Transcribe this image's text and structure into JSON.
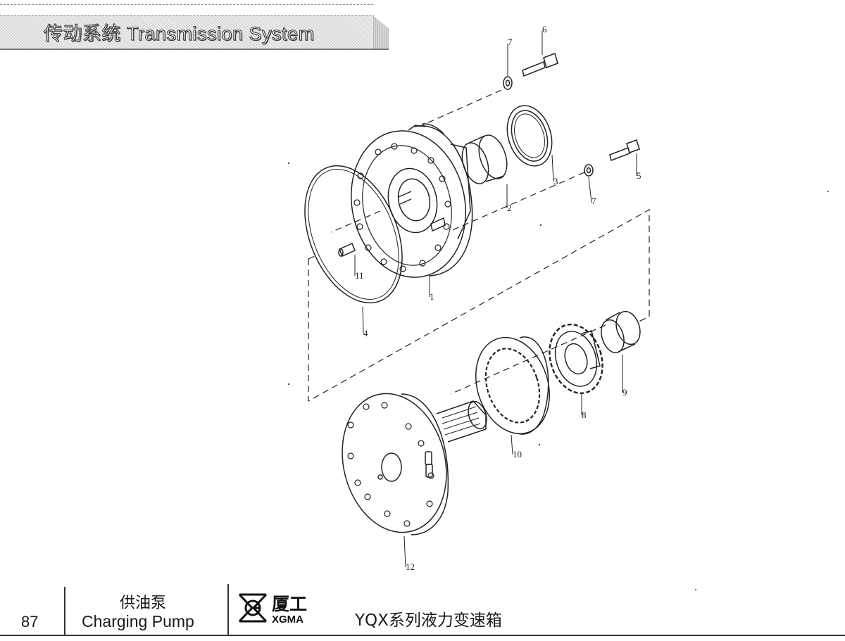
{
  "header": {
    "title": "传动系统 Transmission System"
  },
  "callouts": {
    "c1": "1",
    "c2": "2",
    "c3": "3",
    "c4": "4",
    "c5": "5",
    "c6": "6",
    "c7a": "7",
    "c7b": "7",
    "c8": "8",
    "c9": "9",
    "c10": "10",
    "c11": "11",
    "c12": "12"
  },
  "footer": {
    "page_number": "87",
    "section_cn": "供油泵",
    "section_en": "Charging Pump",
    "logo_cn": "厦工",
    "logo_en": "XGMA",
    "product": "YQX系列液力变速箱"
  }
}
